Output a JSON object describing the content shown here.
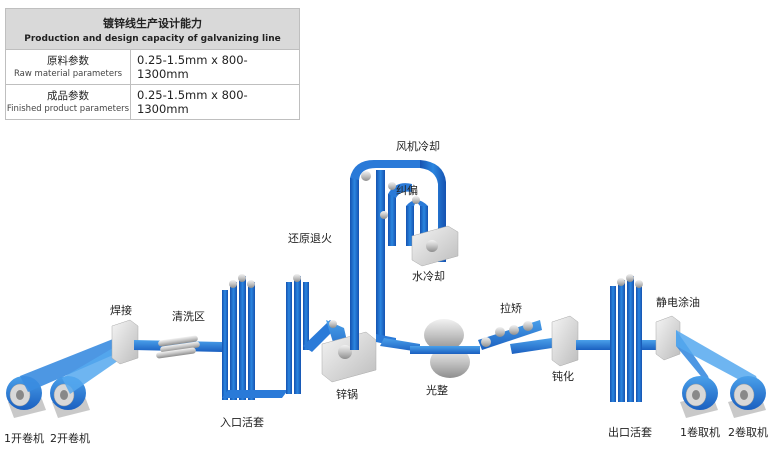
{
  "table": {
    "title_zh": "镀锌线生产设计能力",
    "title_en": "Production and design capacity of galvanizing line",
    "rows": [
      {
        "label_zh": "原料参数",
        "label_en": "Raw material parameters",
        "value": "0.25-1.5mm x 800-1300mm"
      },
      {
        "label_zh": "成品参数",
        "label_en": "Finished product parameters",
        "value": "0.25-1.5mm x 800-1300mm"
      }
    ]
  },
  "diagram": {
    "uncoiler1": "1开卷机",
    "uncoiler2": "2开卷机",
    "welding": "焊接",
    "cleaning": "清洗区",
    "entry_looper": "入口活套",
    "annealing": "还原退火",
    "zinc_pot": "锌锅",
    "air_cooling": "风机冷却",
    "deviation": "纠偏",
    "water_cooling": "水冷却",
    "skin_pass": "光整",
    "tension_leveler": "拉矫",
    "passivation": "钝化",
    "exit_looper": "出口活套",
    "electrostatic_oiling": "静电涂油",
    "coiler1": "1卷取机",
    "coiler2": "2卷取机"
  },
  "colors": {
    "strip_blue": "#1e6fd0",
    "strip_light": "#5aa9ec",
    "roller_gray": "#c8c8c8",
    "header_gray": "#d9d9d9"
  }
}
